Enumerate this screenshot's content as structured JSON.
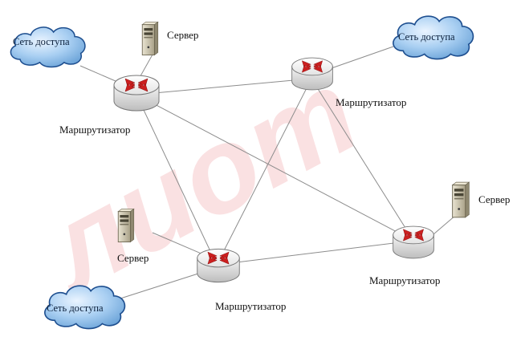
{
  "labels": {
    "router": "Маршрутизатор",
    "server": "Сервер",
    "access_net": "Сеть доступа"
  },
  "watermark": "лиот",
  "colors": {
    "router_body": "#d9d9d9",
    "router_arrow": "#cc1f1f",
    "cloud_fill": "#9ec7ee",
    "cloud_stroke": "#1d4e8f",
    "link": "#8c8c8c",
    "server_body": "#c9c2a8",
    "watermark": "#d8141c"
  },
  "icons": [
    "router-icon",
    "server-icon",
    "cloud-icon"
  ]
}
